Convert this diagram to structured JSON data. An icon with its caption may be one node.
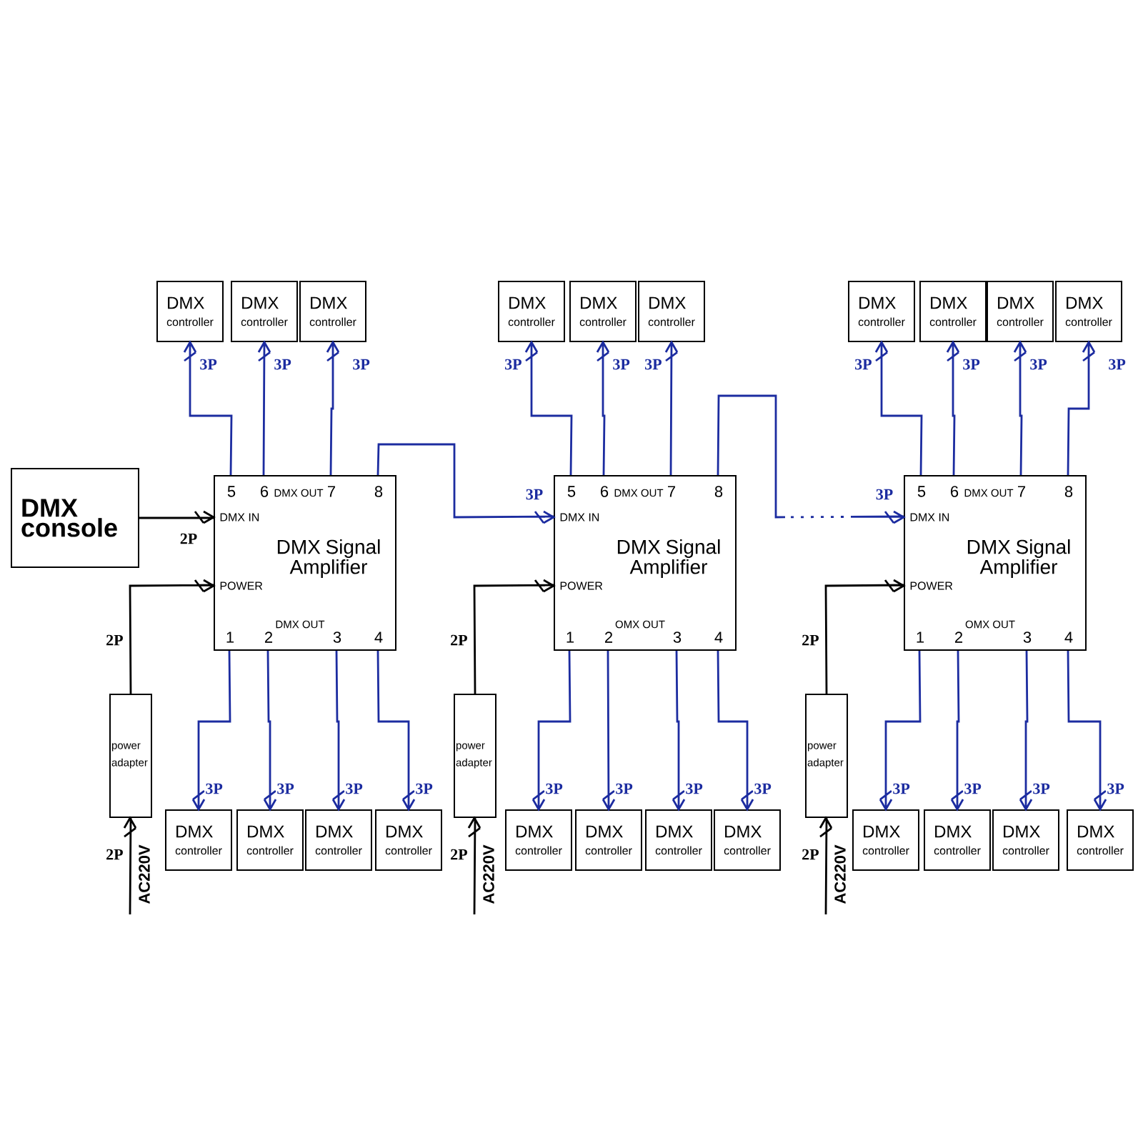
{
  "diagram": {
    "nodes": [
      {
        "text": [
          "DMX",
          "controller"
        ]
      },
      {
        "text": [
          "DMX",
          "controller"
        ]
      },
      {
        "text": [
          "DMX",
          "controller"
        ]
      },
      {
        "text": [
          "DMX",
          "controller"
        ]
      },
      {
        "text": [
          "DMX",
          "controller"
        ]
      },
      {
        "text": [
          "DMX",
          "controller"
        ]
      },
      {
        "text": [
          "DMX",
          "controller"
        ]
      },
      {
        "text": [
          "DMX",
          "controller"
        ]
      },
      {
        "text": [
          "DMX",
          "controller"
        ]
      },
      {
        "text": [
          "DMX",
          "controller"
        ]
      },
      {
        "text": [
          "DMX console"
        ]
      },
      {
        "text": [
          "5",
          "6",
          "DMX OUT",
          "7",
          "8",
          "DMX IN",
          "DMX Signal Amplifier",
          "POWER",
          "DMX OUT",
          "1",
          "2",
          "3",
          "4"
        ]
      },
      {
        "text": [
          "5",
          "6",
          "DMX OUT",
          "7",
          "8",
          "DMX IN",
          "DMX Signal Amplifier",
          "POWER",
          "OMX OUT",
          "1",
          "2",
          "3",
          "4"
        ]
      },
      {
        "text": [
          "5",
          "6",
          "DMX OUT",
          "7",
          "8",
          "DMX IN",
          "DMX Signal Amplifier",
          "POWER",
          "OMX OUT",
          "1",
          "2",
          "3",
          "4"
        ]
      },
      {
        "text": [
          "power adapter"
        ]
      },
      {
        "text": [
          "power adapter"
        ]
      },
      {
        "text": [
          "power adapter"
        ]
      },
      {
        "text": [
          "DMX",
          "controller"
        ]
      },
      {
        "text": [
          "DMX",
          "controller"
        ]
      },
      {
        "text": [
          "DMX",
          "controller"
        ]
      },
      {
        "text": [
          "DMX",
          "controller"
        ]
      },
      {
        "text": [
          "DMX",
          "controller"
        ]
      },
      {
        "text": [
          "DMX",
          "controller"
        ]
      },
      {
        "text": [
          "DMX",
          "controller"
        ]
      },
      {
        "text": [
          "DMX",
          "controller"
        ]
      },
      {
        "text": [
          "DMX",
          "controller"
        ]
      },
      {
        "text": [
          "DMX",
          "controller"
        ]
      },
      {
        "text": [
          "DMX",
          "controller"
        ]
      },
      {
        "text": [
          "DMX",
          "controller"
        ]
      }
    ],
    "edges": [
      {
        "from": 10,
        "to": 11,
        "arrow": "to",
        "label": "2P",
        "color": "#000000"
      },
      {
        "from": 11,
        "to": 12,
        "arrow": "to",
        "label": "3P"
      },
      {
        "from": 12,
        "to": 13,
        "arrow": "to",
        "label": "3P",
        "style": "dashed"
      },
      {
        "from": 11,
        "to": 0,
        "arrow": "to",
        "label": "3P"
      },
      {
        "from": 11,
        "to": 1,
        "arrow": "to",
        "label": "3P"
      },
      {
        "from": 11,
        "to": 2,
        "arrow": "to",
        "label": "3P"
      },
      {
        "from": 12,
        "to": 3,
        "arrow": "to",
        "label": "3P"
      },
      {
        "from": 12,
        "to": 4,
        "arrow": "to",
        "label": "3P"
      },
      {
        "from": 12,
        "to": 5,
        "arrow": "to",
        "label": "3P"
      },
      {
        "from": 13,
        "to": 6,
        "arrow": "to",
        "label": "3P"
      },
      {
        "from": 13,
        "to": 7,
        "arrow": "to",
        "label": "3P"
      },
      {
        "from": 13,
        "to": 8,
        "arrow": "to",
        "label": "3P"
      },
      {
        "from": 13,
        "to": 9,
        "arrow": "to",
        "label": "3P"
      },
      {
        "from": 11,
        "to": 17,
        "arrow": "to",
        "label": "3P"
      },
      {
        "from": 11,
        "to": 18,
        "arrow": "to",
        "label": "3P"
      },
      {
        "from": 11,
        "to": 19,
        "arrow": "to",
        "label": "3P"
      },
      {
        "from": 11,
        "to": 20,
        "arrow": "to",
        "label": "3P"
      },
      {
        "from": 12,
        "to": 21,
        "arrow": "to",
        "label": "3P"
      },
      {
        "from": 12,
        "to": 22,
        "arrow": "to",
        "label": "3P"
      },
      {
        "from": 12,
        "to": 23,
        "arrow": "to",
        "label": "3P"
      },
      {
        "from": 12,
        "to": 24,
        "arrow": "to",
        "label": "3P"
      },
      {
        "from": 13,
        "to": 25,
        "arrow": "to",
        "label": "3P"
      },
      {
        "from": 13,
        "to": 26,
        "arrow": "to",
        "label": "3P"
      },
      {
        "from": 13,
        "to": 27,
        "arrow": "to",
        "label": "3P"
      },
      {
        "from": 13,
        "to": 28,
        "arrow": "to",
        "label": "3P"
      },
      {
        "from": 14,
        "to": 11,
        "arrow": "to",
        "label": "2P",
        "color": "#000000"
      },
      {
        "from": 15,
        "to": 12,
        "arrow": "to",
        "label": "2P",
        "color": "#000000"
      },
      {
        "from": 16,
        "to": 13,
        "arrow": "to",
        "label": "2P",
        "color": "#000000"
      },
      {
        "from": null,
        "to": 14,
        "arrow": "to",
        "label": "2P",
        "color": "#000000"
      },
      {
        "from": null,
        "to": 15,
        "arrow": "to",
        "label": "2P",
        "color": "#000000"
      },
      {
        "from": null,
        "to": 16,
        "arrow": "to",
        "label": "2P",
        "color": "#000000"
      }
    ],
    "labels": [
      "AC220V",
      "AC220V",
      "AC220V"
    ]
  }
}
